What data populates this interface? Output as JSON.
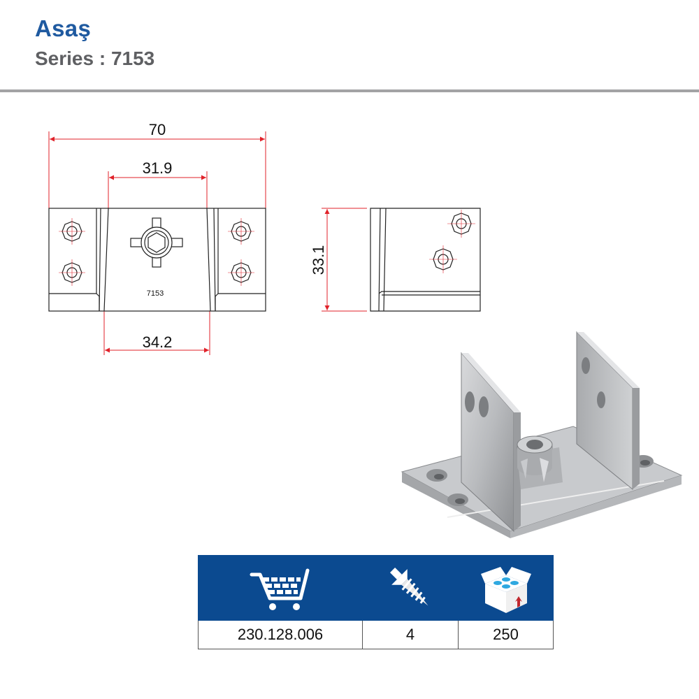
{
  "header": {
    "brand": "Asaş",
    "series": "Series : 7153"
  },
  "drawing": {
    "dim_overall_width": "70",
    "dim_inner_top": "31.9",
    "dim_inner_bottom": "34.2",
    "dim_height": "33.1",
    "part_number": "7153"
  },
  "info_table": {
    "icons": [
      "cart-icon",
      "screw-icon",
      "box-icon"
    ],
    "product_code": "230.128.006",
    "screw_count": "4",
    "box_quantity": "250"
  },
  "colors": {
    "brand_blue": "#1f5aa0",
    "table_blue": "#0b4a90",
    "dimension_red": "#e0222a",
    "rule_gray": "#a3a3a5"
  }
}
